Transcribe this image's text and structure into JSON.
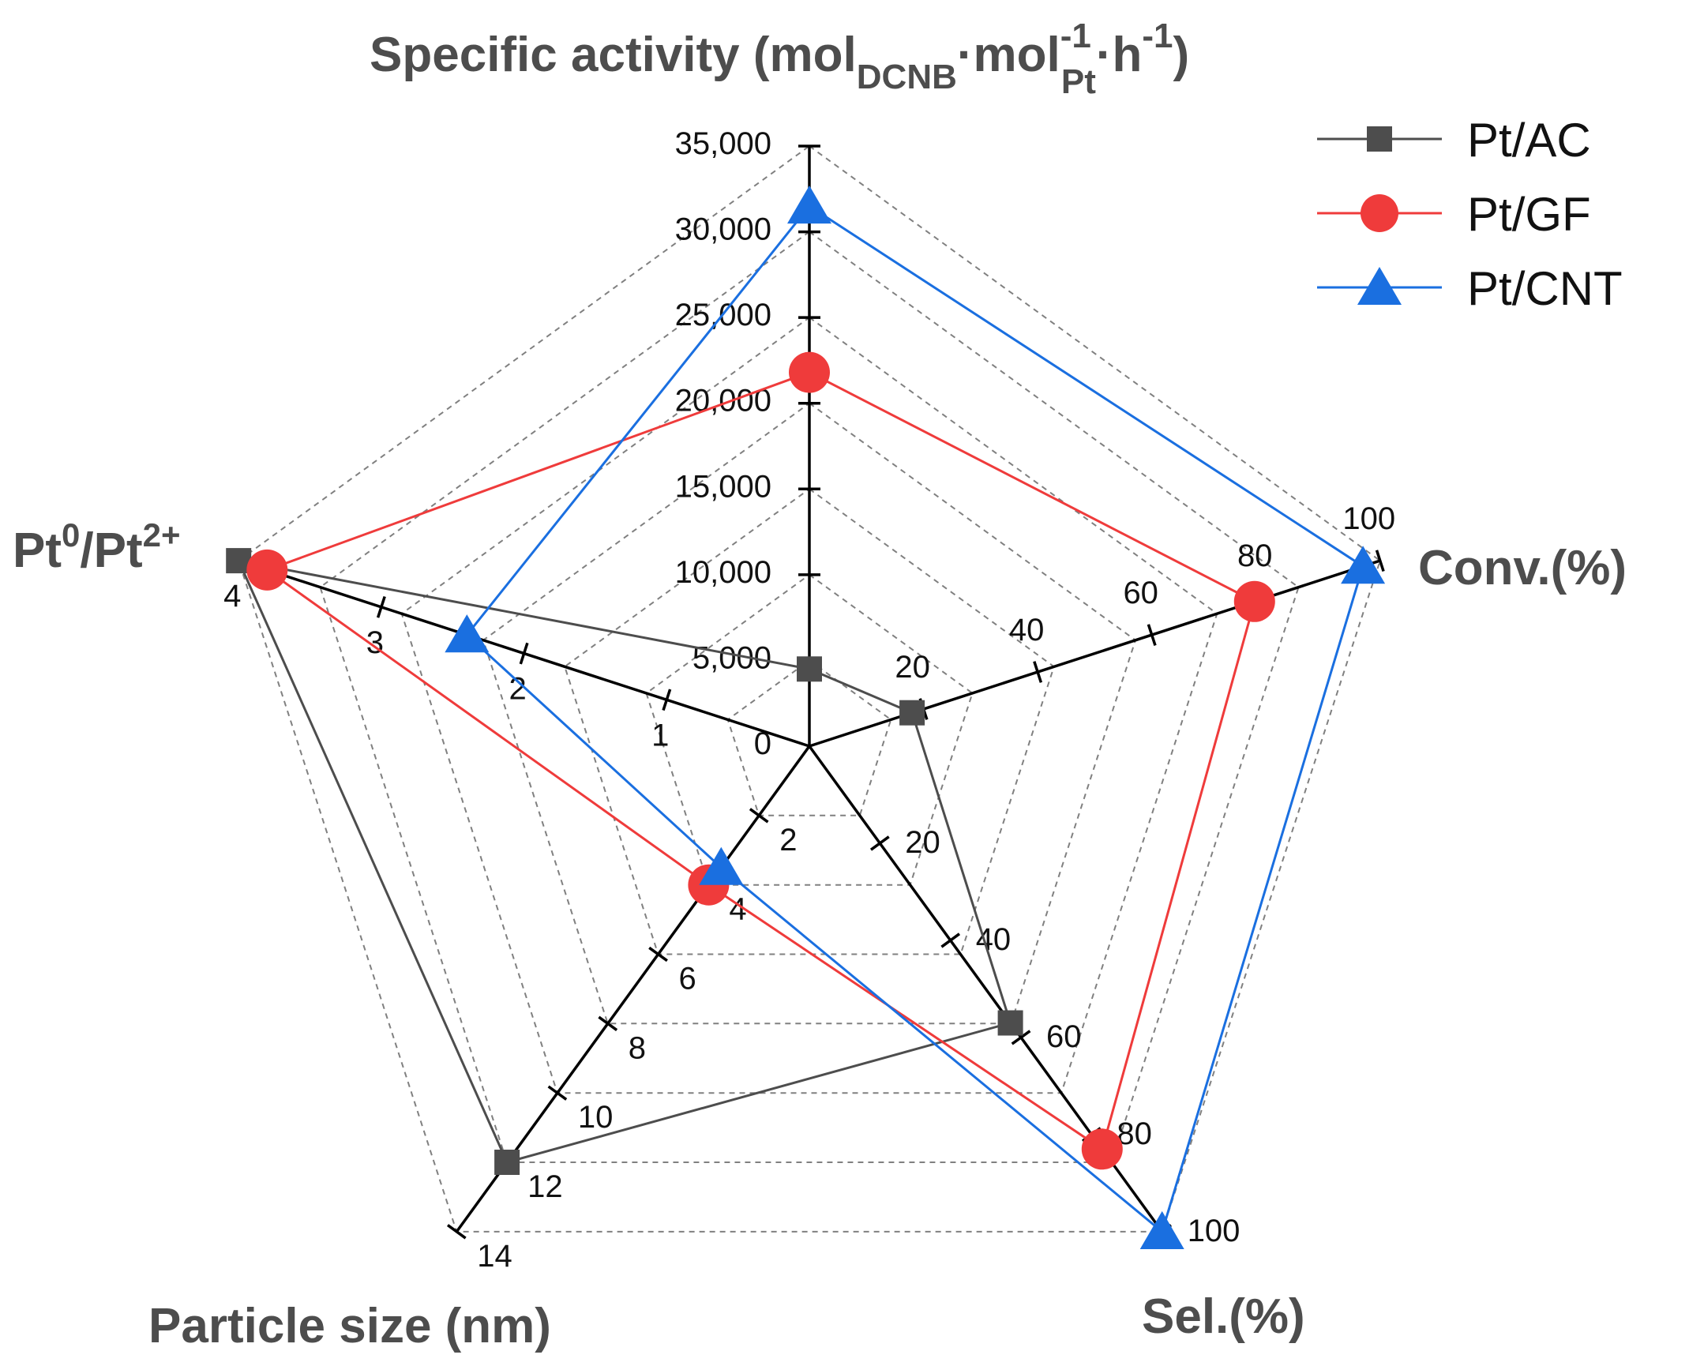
{
  "chart_data": {
    "type": "radar",
    "axes": [
      {
        "key": "activity",
        "title_main": "Specific activity (mol",
        "title_sub1": "DCNB",
        "title_mid": "·mol",
        "title_sup2": "-1",
        "title_sub2": "Pt",
        "title_mid2": "·h",
        "title_sup3": "-1",
        "title_end": ")",
        "range": [
          0,
          35000
        ],
        "ticks": [
          0,
          5000,
          10000,
          15000,
          20000,
          25000,
          30000,
          35000
        ],
        "tick_labels": [
          "0",
          "5,000",
          "10,000",
          "15,000",
          "20,000",
          "25,000",
          "30,000",
          "35,000"
        ]
      },
      {
        "key": "conv",
        "title": "Conv.(%)",
        "range": [
          0,
          100
        ],
        "ticks": [
          20,
          40,
          60,
          80,
          100
        ],
        "tick_labels": [
          "20",
          "40",
          "60",
          "80",
          "100"
        ]
      },
      {
        "key": "sel",
        "title": "Sel.(%)",
        "range": [
          0,
          100
        ],
        "ticks": [
          20,
          40,
          60,
          80,
          100
        ],
        "tick_labels": [
          "20",
          "40",
          "60",
          "80",
          "100"
        ]
      },
      {
        "key": "size",
        "title": "Particle size (nm)",
        "range": [
          0,
          14
        ],
        "ticks": [
          2,
          4,
          6,
          8,
          10,
          12,
          14
        ],
        "tick_labels": [
          "2",
          "4",
          "6",
          "8",
          "10",
          "12",
          "14"
        ]
      },
      {
        "key": "ratio",
        "title_base1": "Pt",
        "title_sup1": "0",
        "title_base2": "/Pt",
        "title_sup2": "2+",
        "range": [
          0,
          4
        ],
        "ticks": [
          1,
          2,
          3,
          4
        ],
        "tick_labels": [
          "1",
          "2",
          "3",
          "4"
        ]
      }
    ],
    "series": [
      {
        "name": "Pt/AC",
        "color": "#4d4d4d",
        "marker": "square",
        "values": [
          4500,
          18,
          57,
          12,
          4
        ]
      },
      {
        "name": "Pt/GF",
        "color": "#ef3b3b",
        "marker": "circle",
        "values": [
          21800,
          78,
          83,
          4,
          3.8
        ]
      },
      {
        "name": "Pt/CNT",
        "color": "#1a6fe0",
        "marker": "triangle",
        "values": [
          31500,
          97,
          100,
          3.5,
          2.4
        ]
      }
    ],
    "grid": true,
    "legend_position": "top-right"
  }
}
